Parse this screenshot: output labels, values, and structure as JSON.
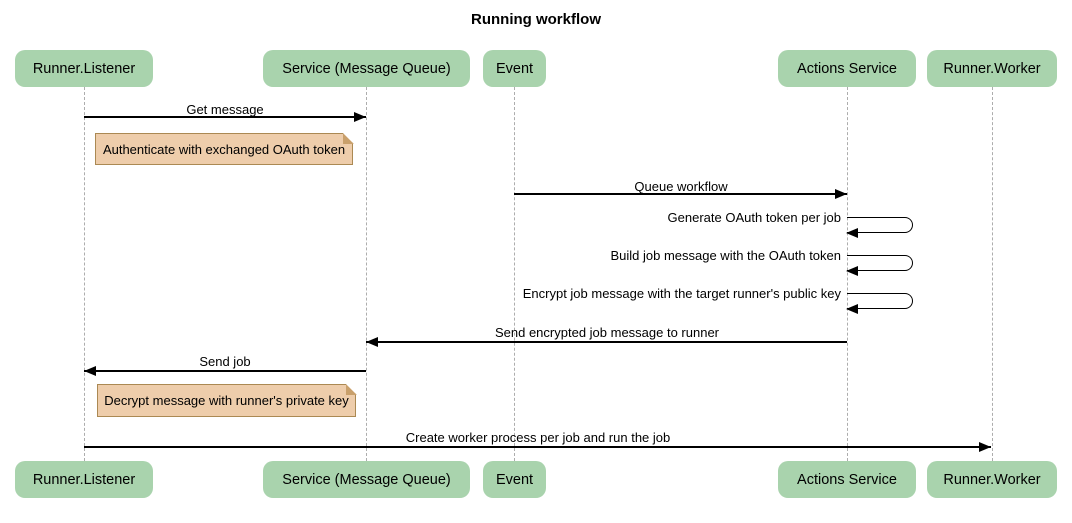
{
  "title": "Running workflow",
  "participants": [
    {
      "label": "Runner.Listener"
    },
    {
      "label": "Service (Message Queue)"
    },
    {
      "label": "Event"
    },
    {
      "label": "Actions Service"
    },
    {
      "label": "Runner.Worker"
    }
  ],
  "messages": [
    {
      "text": "Get message",
      "from": "Runner.Listener",
      "to": "Service (Message Queue)",
      "type": "solid-arrow"
    },
    {
      "text": "Queue workflow",
      "from": "Event",
      "to": "Actions Service",
      "type": "solid-arrow"
    },
    {
      "text": "Generate OAuth token per job",
      "from": "Actions Service",
      "to": "Actions Service",
      "type": "self-loop"
    },
    {
      "text": "Build job message with the OAuth token",
      "from": "Actions Service",
      "to": "Actions Service",
      "type": "self-loop"
    },
    {
      "text": "Encrypt job message with the target runner's public key",
      "from": "Actions Service",
      "to": "Actions Service",
      "type": "self-loop"
    },
    {
      "text": "Send encrypted job message to runner",
      "from": "Actions Service",
      "to": "Service (Message Queue)",
      "type": "solid-arrow"
    },
    {
      "text": "Send job",
      "from": "Service (Message Queue)",
      "to": "Runner.Listener",
      "type": "solid-arrow"
    },
    {
      "text": "Create worker process per job and run the job",
      "from": "Runner.Listener",
      "to": "Runner.Worker",
      "type": "solid-arrow"
    }
  ],
  "notes": [
    {
      "text": "Authenticate with exchanged OAuth token",
      "anchor": "Runner.Listener",
      "position": "right-of"
    },
    {
      "text": "Decrypt message with runner's private key",
      "anchor": "Runner.Listener",
      "position": "right-of"
    }
  ],
  "colors": {
    "participant_fill": "#a9d3ad",
    "note_fill": "#eecdab",
    "note_border": "#ab8953",
    "message_line": "#000000",
    "lifeline": "#adadad",
    "background": "#ffffff",
    "text": "#000000"
  }
}
